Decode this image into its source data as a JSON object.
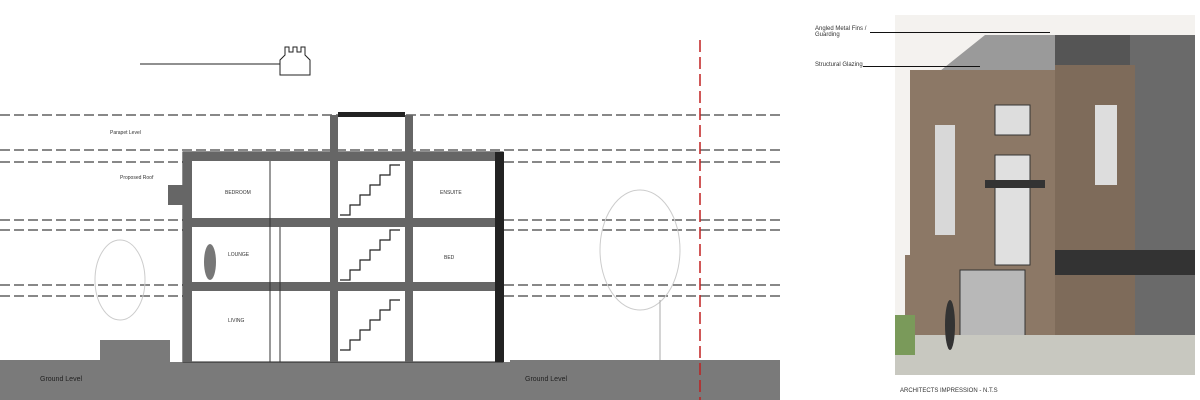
{
  "section": {
    "ground_label_left": "Ground Level",
    "ground_label_right": "Ground Level",
    "rooms": [
      "BEDROOM",
      "LOUNGE",
      "LIVING",
      "ENSUITE",
      "BED"
    ],
    "parapet_label": "Parapet Level",
    "roof_label": "Proposed Roof"
  },
  "render": {
    "callout_fins": "Angled Metal Fins / Guarding",
    "callout_glazing": "Structural Glazing",
    "caption": "ARCHITECTS IMPRESSION - N.T.S"
  },
  "colors": {
    "brick": "#8c7866",
    "ground": "#7a7a7a",
    "annotation": "#b030c0",
    "datum": "#c02020"
  }
}
